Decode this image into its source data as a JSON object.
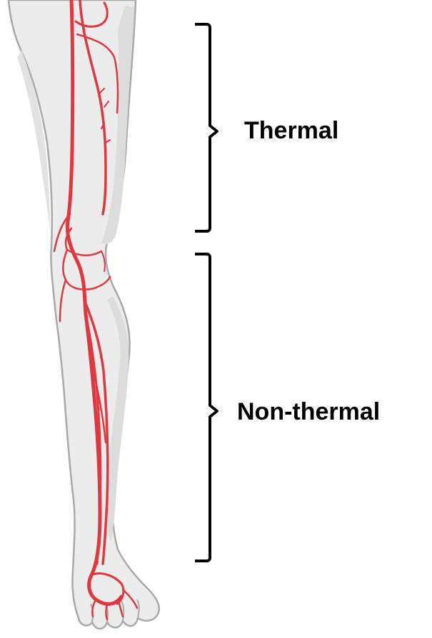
{
  "diagram": {
    "subject": "leg-vein-anatomy",
    "colors": {
      "skin_fill": "#ececec",
      "skin_shadow": "#d8d8d8",
      "skin_outline": "#a9a9a9",
      "vein": "#e3373f",
      "bracket": "#000000",
      "label_text": "#000000"
    },
    "segments": [
      {
        "id": "upper",
        "label": "Thermal"
      },
      {
        "id": "lower",
        "label": "Non-thermal"
      }
    ]
  }
}
